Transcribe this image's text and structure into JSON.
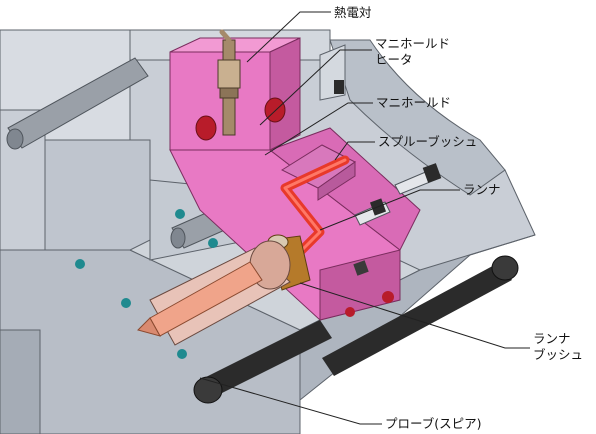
{
  "labels": {
    "thermocouple": "熱電対",
    "manifold_heater_line1": "マニホールド",
    "manifold_heater_line2": "ヒータ",
    "manifold": "マニホールド",
    "sprue_bush": "スプルーブッシュ",
    "runner": "ランナ",
    "runner_bush_line1": "ランナ",
    "runner_bush_line2": "ブッシュ",
    "probe": "プローブ(スピア)"
  },
  "colors": {
    "mold_plate": "#c9ced6",
    "mold_shadow": "#9ea6b1",
    "manifold": "#e879c4",
    "manifold_dark": "#c45a9f",
    "runner": "#e8392a",
    "probe": "#f0a48a",
    "bolt": "#2b2b2b",
    "pin": "#9aa0a8",
    "hole": "#1f8a8f",
    "heater_hole": "#b81c2a",
    "nozzle_band": "#b57a2a"
  }
}
